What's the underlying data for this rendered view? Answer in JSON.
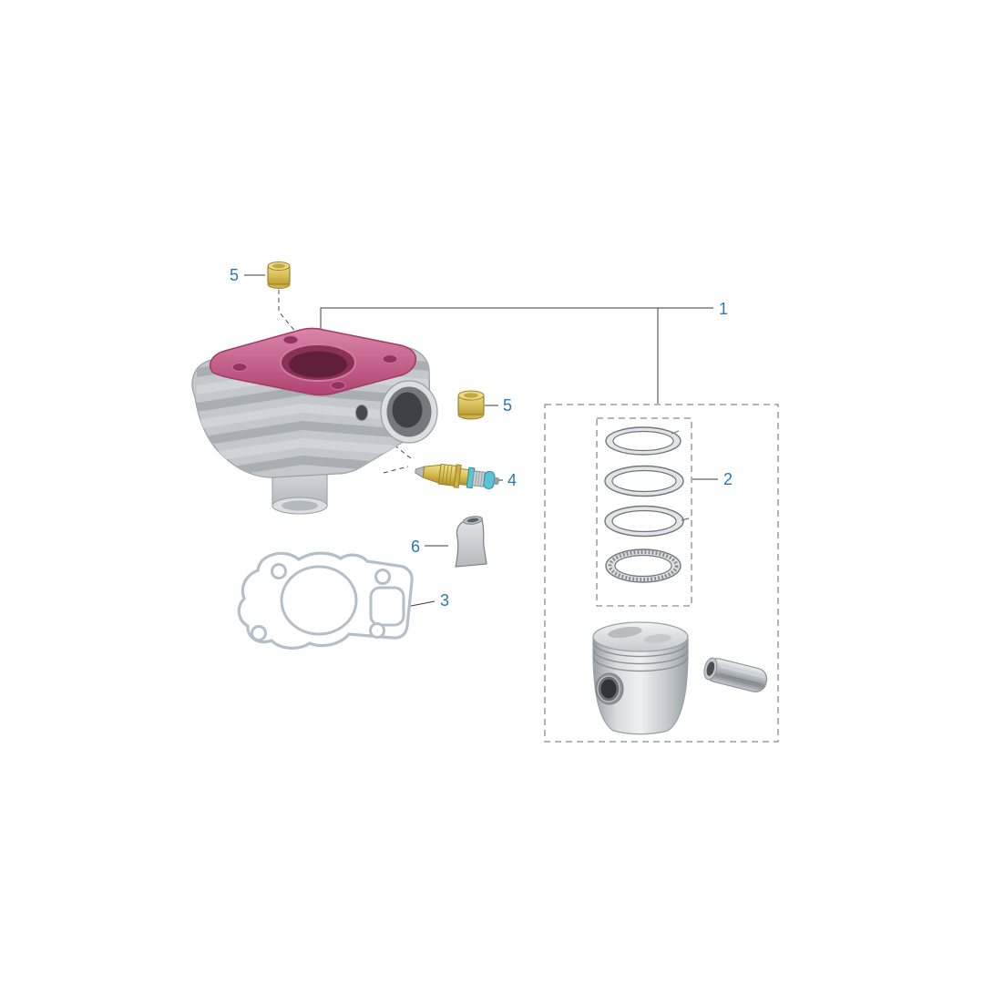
{
  "diagram": {
    "type": "exploded-parts-diagram",
    "callouts": {
      "c1": "1",
      "c2": "2",
      "c3": "3",
      "c4": "4",
      "c5a": "5",
      "c5b": "5",
      "c6": "6"
    },
    "colors": {
      "callout_text": "#2878b8",
      "leader_line": "#3d3d3d",
      "dashed_box": "#8a8a8a",
      "cylinder_highlight_pink": "#b04270",
      "cylinder_bore_dark_pink": "#5f1f3d",
      "dowel_yellow": "#d9c055",
      "tensioner_cyan": "#5ac4d2",
      "metal_gray": "#b9bec3",
      "gasket_outline": "#b4bfc9",
      "background": "#ffffff"
    }
  }
}
